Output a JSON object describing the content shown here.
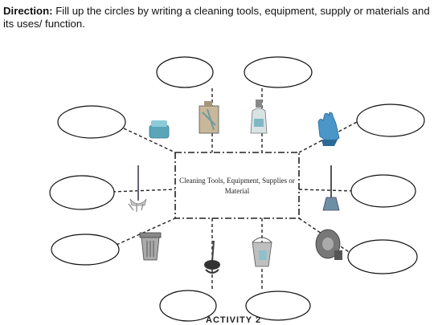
{
  "worksheet": {
    "direction_label": "Direction:",
    "direction_text": " Fill up the circles by writing a cleaning tools, equipment, supply or materials and its uses/ function.",
    "center_line1": "Cleaning Tools, Equipment, Supplies or",
    "center_line2": "Material",
    "footer_fragment": "ACTIVITY 2"
  },
  "icons": [
    "spray-bottle-icon",
    "sponge-icon",
    "trash-bag-icon",
    "spray-bottle-icon",
    "rubber-gloves-icon",
    "mop-icon",
    "broom-icon",
    "trash-bin-icon",
    "plunger-icon",
    "bucket-icon",
    "vacuum-cleaner-icon"
  ],
  "colors": {
    "line": "#222222",
    "ink": "#111111",
    "teal": "#5aa6b8"
  }
}
